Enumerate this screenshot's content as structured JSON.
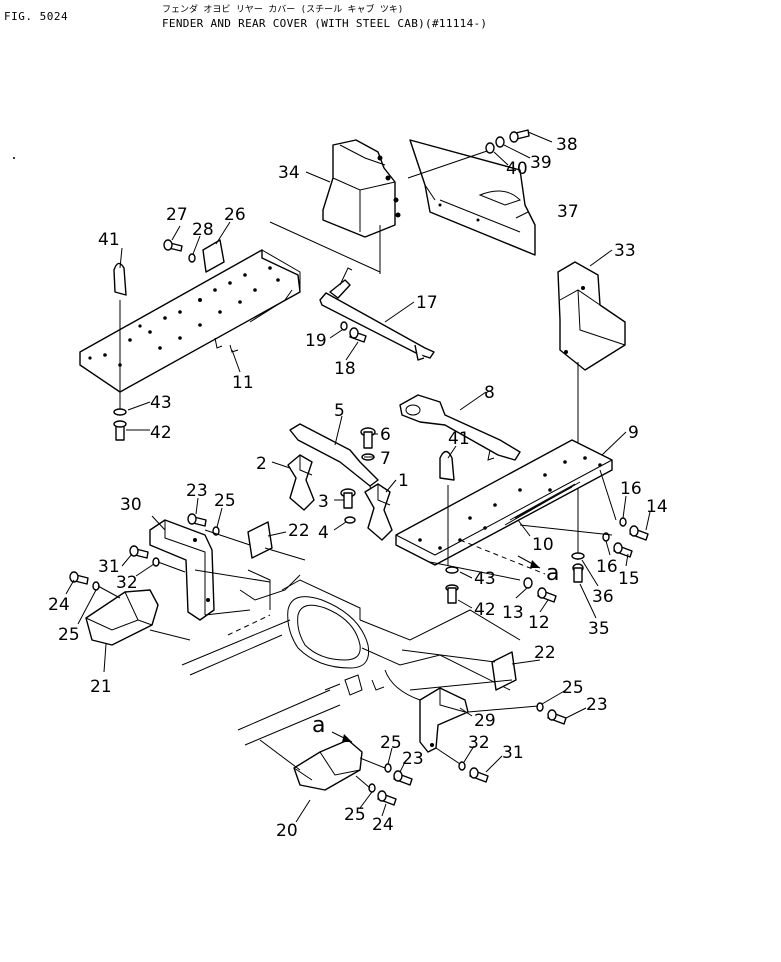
{
  "header": {
    "fig_label": "FIG. 5024",
    "title_jp": "フェンダ オヨビ リヤー カバー (スチール キャブ ツキ)",
    "title_en": "FENDER AND REAR COVER (WITH STEEL CAB)(#11114-)"
  },
  "callouts": {
    "c1": "1",
    "c2": "2",
    "c3": "3",
    "c4": "4",
    "c5": "5",
    "c6": "6",
    "c7": "7",
    "c8": "8",
    "c9": "9",
    "c10": "10",
    "c11": "11",
    "c12": "12",
    "c13": "13",
    "c14": "14",
    "c15": "15",
    "c16a": "16",
    "c16b": "16",
    "c17": "17",
    "c18": "18",
    "c19": "19",
    "c20": "20",
    "c21": "21",
    "c22a": "22",
    "c22b": "22",
    "c23a": "23",
    "c23b": "23",
    "c23c": "23",
    "c24a": "24",
    "c24b": "24",
    "c25a": "25",
    "c25b": "25",
    "c25c": "25",
    "c25d": "25",
    "c25e": "25",
    "c26": "26",
    "c27": "27",
    "c28": "28",
    "c29": "29",
    "c30": "30",
    "c31a": "31",
    "c31b": "31",
    "c32a": "32",
    "c32b": "32",
    "c33": "33",
    "c34": "34",
    "c35": "35",
    "c36": "36",
    "c37": "37",
    "c38": "38",
    "c39": "39",
    "c40": "40",
    "c41a": "41",
    "c41b": "41",
    "c42a": "42",
    "c42b": "42",
    "c43a": "43",
    "c43b": "43",
    "ref_a1": "a",
    "ref_a2": "a"
  },
  "colors": {
    "ink": "#000000",
    "paper": "#ffffff"
  }
}
